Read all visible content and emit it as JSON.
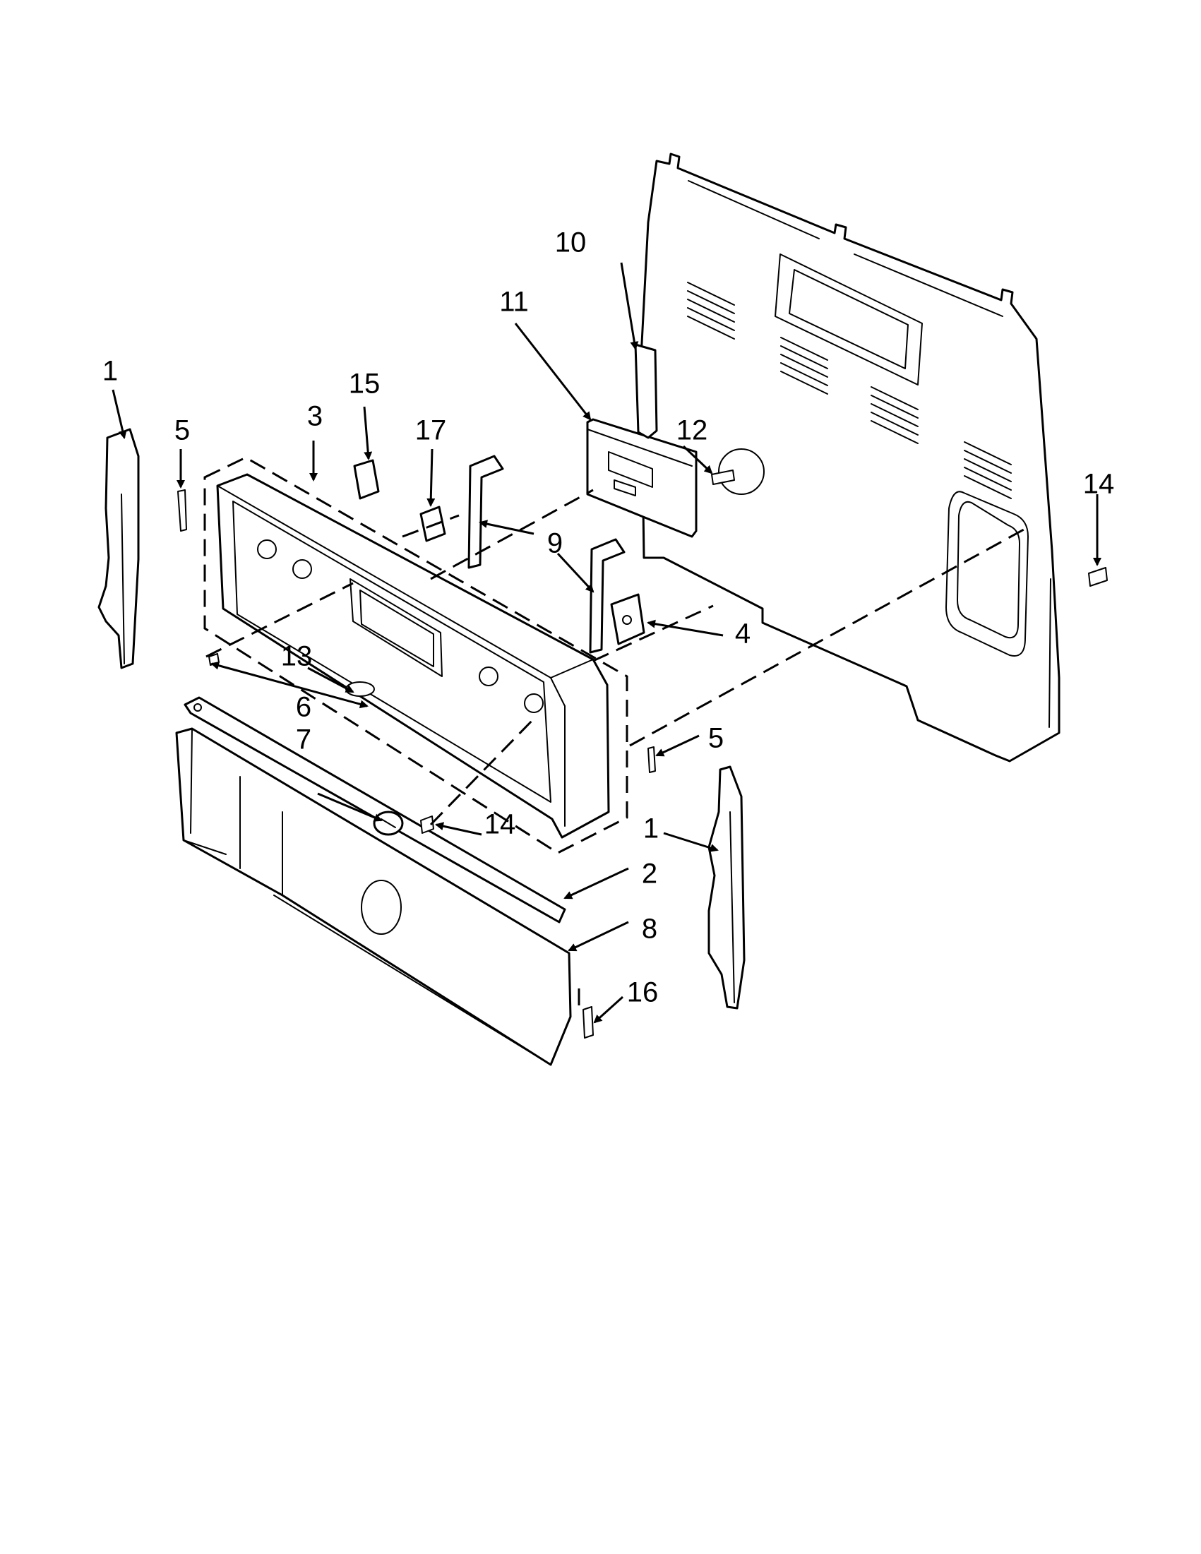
{
  "diagram": {
    "callouts": {
      "c1_left": "1",
      "c1_right": "1",
      "c2": "2",
      "c3": "3",
      "c4": "4",
      "c5_left": "5",
      "c5_right": "5",
      "c6": "6",
      "c7": "7",
      "c8": "8",
      "c9": "9",
      "c10": "10",
      "c11": "11",
      "c12": "12",
      "c13": "13",
      "c14_right": "14",
      "c14_bottom": "14",
      "c15": "15",
      "c16": "16",
      "c17": "17"
    }
  }
}
